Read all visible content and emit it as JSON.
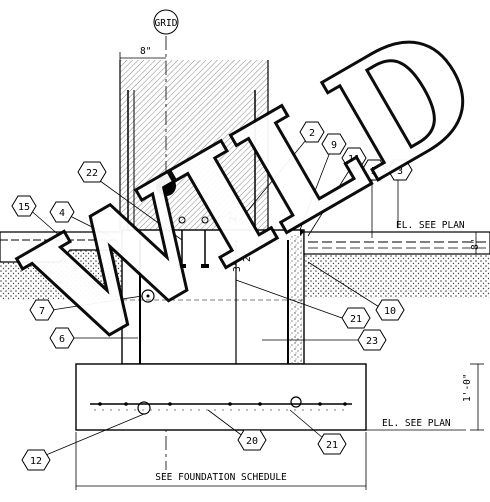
{
  "drawing": {
    "grid_label": "GRID",
    "dim_top": "8\"",
    "dim_top_right": "2\"",
    "dim_mid_left": "3\"",
    "dim_mid_right": "2\"",
    "dim_right_slab": "8\"",
    "dim_right_footing": "1'-0\"",
    "label_el_top": "EL. SEE PLAN",
    "label_el_bottom": "EL. SEE PLAN",
    "label_schedule": "SEE FOUNDATION SCHEDULE",
    "watermark": "WILD",
    "tags": [
      {
        "id": "t2",
        "text": "2"
      },
      {
        "id": "t9",
        "text": "9"
      },
      {
        "id": "t11",
        "text": "11"
      },
      {
        "id": "t5",
        "text": "5"
      },
      {
        "id": "t3",
        "text": "3"
      },
      {
        "id": "t22",
        "text": "22"
      },
      {
        "id": "t15",
        "text": "15"
      },
      {
        "id": "t4",
        "text": "4"
      },
      {
        "id": "t7",
        "text": "7"
      },
      {
        "id": "t6",
        "text": "6"
      },
      {
        "id": "t21a",
        "text": "21"
      },
      {
        "id": "t23",
        "text": "23"
      },
      {
        "id": "t10",
        "text": "10"
      },
      {
        "id": "t12",
        "text": "12"
      },
      {
        "id": "t20",
        "text": "20"
      },
      {
        "id": "t21b",
        "text": "21"
      }
    ]
  }
}
